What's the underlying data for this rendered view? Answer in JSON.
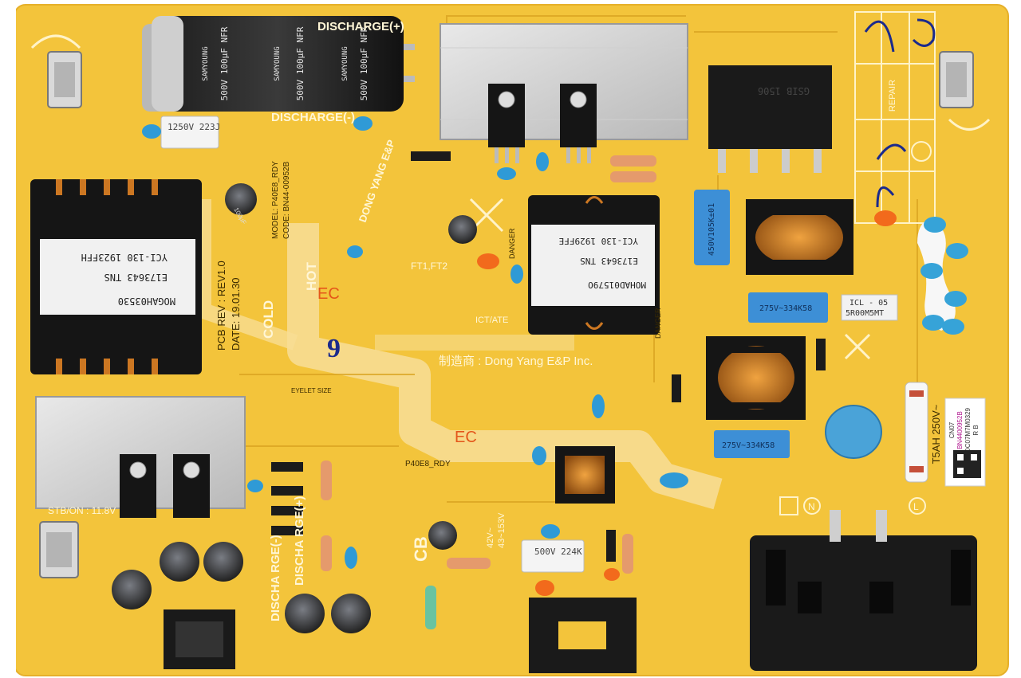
{
  "silkscreen": {
    "discharge_plus": "DISCHARGE(+)",
    "discharge_minus": "DISCHARGE(-)",
    "hot": "HOT",
    "cold": "COLD",
    "pcb_rev": "PCB REV : REV1.0",
    "date": "DATE: 19.01.30",
    "cb": "CB",
    "stb_on": "STB/ON : 11.8V",
    "ft1_ft2": "FT1,FT2",
    "ict_ate": "ICT/ATE",
    "danger": "DANGER",
    "maker_cn": "制造商 : Dong Yang E&P Inc.",
    "maker_logo": "DONG YANG E&P",
    "model": "MODEL: P40E8_RDY",
    "code": "CODE: BN44-00952B",
    "model_block": "P40E8_RDY",
    "repair": "REPAIR",
    "fuse": "T5AH 250V~",
    "label_cn07": "CN07",
    "label_part": "BN4400952B",
    "label_lot": "DC07M7M0329",
    "label_rb": "R B",
    "icl": "ICL - 05",
    "icl2": "5R00M5MT",
    "n_mark": "N",
    "l_mark": "L",
    "discha_left": "DISCHA RGE(-)",
    "discha_right": "DISCHA RGE(+)",
    "eyelet": "EYELET SIZE",
    "marker_ec": "EC",
    "marker_9": "9"
  },
  "components": {
    "cap_main": "500V 100μF NFR",
    "cap_brand": "SAMYOUNG",
    "cap_film1": "1250V 223J",
    "cap_film2": "450V105K±01",
    "cap_film3": "275V~334K58",
    "cap_film4": "275V~334K58",
    "cap_film5": "500V 224K",
    "cap_small": "100μF",
    "trafo1_a": "YCI-130 1923FFH",
    "trafo1_b": "E173643 TNS",
    "trafo1_c": "MOGAH03530",
    "trafo2_a": "YCI-130 1929FFE",
    "trafo2_b": "E173643 TNS",
    "trafo2_c": "MOHAD01579O",
    "bridge": "GSIB 1506",
    "voltage_1": "42V~",
    "voltage_2": "43~153V"
  }
}
